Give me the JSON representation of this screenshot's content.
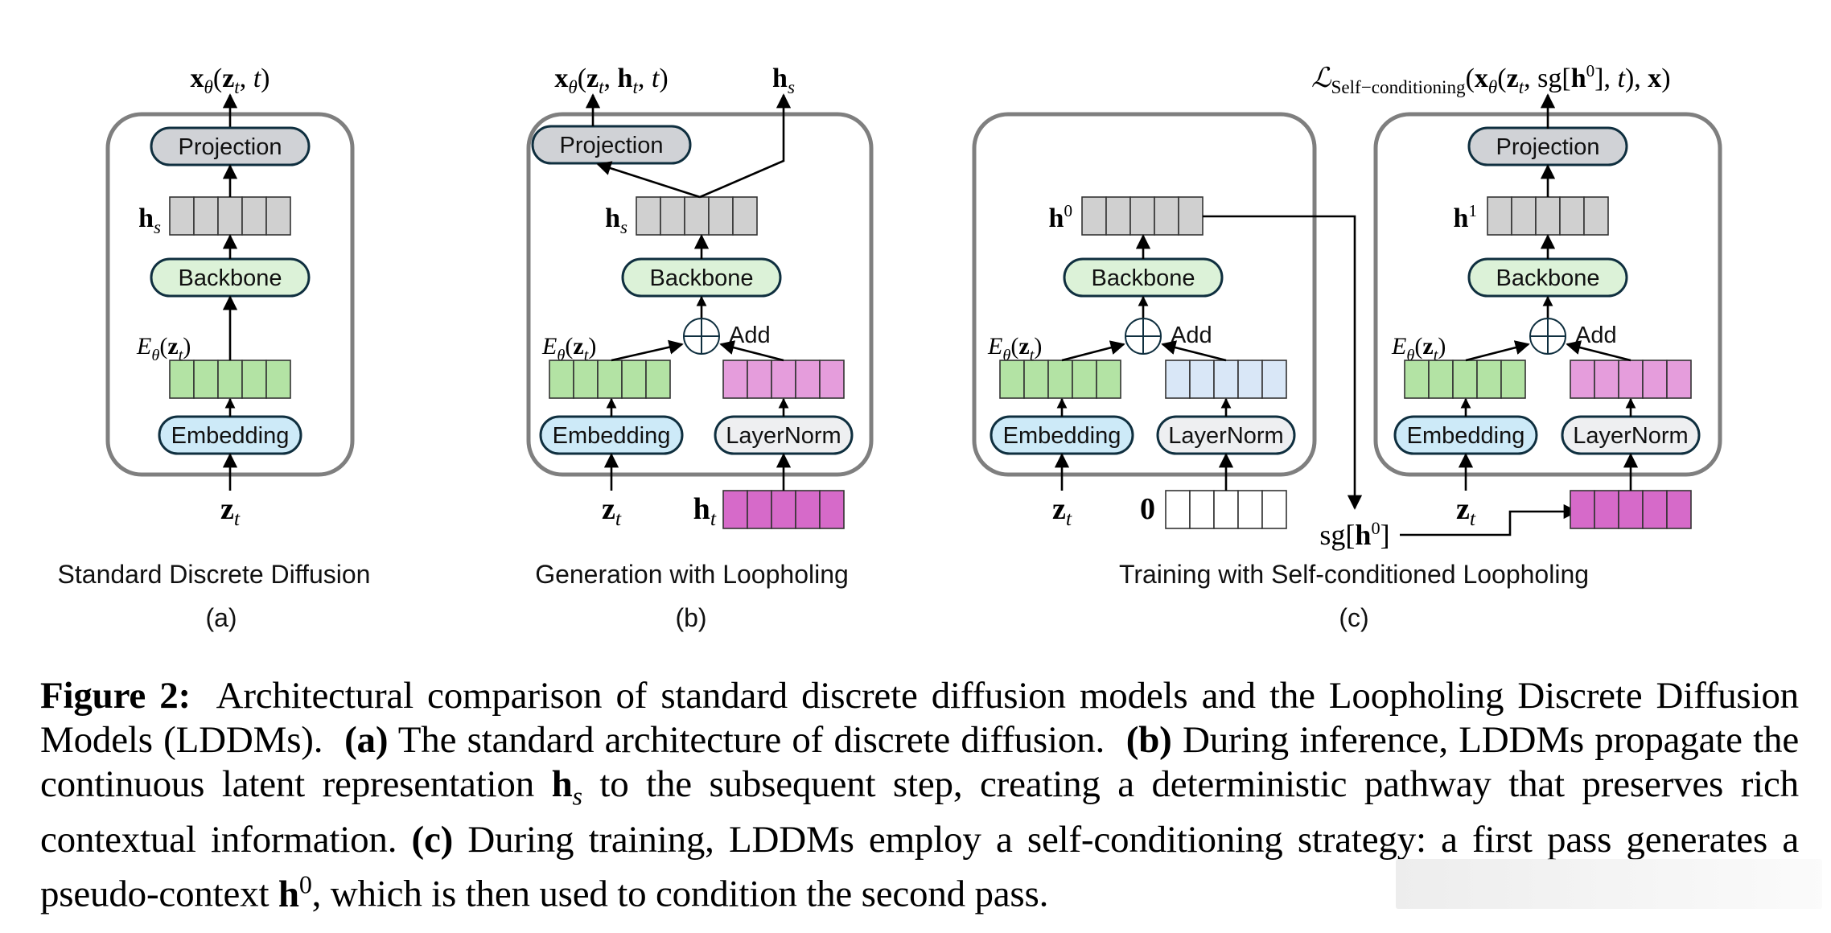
{
  "figure": {
    "colors": {
      "panel_border": "#7f7f7f",
      "pill_stroke": "#0f2f3f",
      "projection_fill": "#d0d2d6",
      "backbone_fill": "#dcf2d8",
      "embedding_fill": "#cdeaf8",
      "layernorm_fill": "#eeeff1",
      "hidden_cells": "#d0d0d0",
      "embed_cells": "#b3e3a4",
      "norm_cells_pink": "#e59ddc",
      "input_cells_magenta": "#d66ac9",
      "norm_cells_blue": "#d9e7f7",
      "zero_cells": "#ffffff"
    },
    "panels": [
      {
        "id": "a",
        "title": "Standard Discrete Diffusion",
        "letter": "(a)",
        "output_label": "x_θ(z_t, t)",
        "hidden_label": "h_s",
        "embed_label": "E_θ(z_t)",
        "input_label": "z_t",
        "blocks": {
          "projection": "Projection",
          "backbone": "Backbone",
          "embedding": "Embedding"
        }
      },
      {
        "id": "b",
        "title": "Generation with Loopholing",
        "letter": "(b)",
        "output_label": "x_θ(z_t, h_t, t)",
        "side_output_label": "h_s",
        "hidden_label": "h_s",
        "embed_label": "E_θ(z_t)",
        "add_label": "Add",
        "input_label": "z_t",
        "context_label": "h_t",
        "blocks": {
          "projection": "Projection",
          "backbone": "Backbone",
          "embedding": "Embedding",
          "layernorm": "LayerNorm"
        }
      },
      {
        "id": "c",
        "title": "Training with Self-conditioned Loopholing",
        "letter": "(c)",
        "loss_label": "ℒ",
        "loss_subscript": "Self−conditioning",
        "loss_args": "(x_θ(z_t, sg[h⁰], t), x)",
        "first_pass": {
          "hidden_label": "h⁰",
          "embed_label": "E_θ(z_t)",
          "add_label": "Add",
          "input_label": "z_t",
          "context_label": "0",
          "blocks": {
            "backbone": "Backbone",
            "embedding": "Embedding",
            "layernorm": "LayerNorm"
          }
        },
        "stop_grad_label": "sg[h⁰]",
        "second_pass": {
          "hidden_label": "h¹",
          "embed_label": "E_θ(z_t)",
          "add_label": "Add",
          "input_label": "z_t",
          "blocks": {
            "projection": "Projection",
            "backbone": "Backbone",
            "embedding": "Embedding",
            "layernorm": "LayerNorm"
          }
        }
      }
    ],
    "cells_per_vector": 5
  },
  "caption": {
    "label": "Figure 2:",
    "intro": "Architectural comparison of standard discrete diffusion models and the Loopholing Discrete Diffusion Models (LDDMs).",
    "a_tag": "(a)",
    "a_text": "The standard architecture of discrete diffusion.",
    "b_tag": "(b)",
    "b_text_1": "During inference, LDDMs propagate the continuous latent representation",
    "b_sym": "h",
    "b_sub": "s",
    "b_text_2": "to the subsequent step, creating a deterministic pathway that preserves rich contextual information.",
    "c_tag": "(c)",
    "c_text_1": "During training, LDDMs employ a self-conditioning strategy: a first pass generates a pseudo-context",
    "c_sym": "h",
    "c_sup": "0",
    "c_text_2": ", which is then used to condition the second pass."
  }
}
